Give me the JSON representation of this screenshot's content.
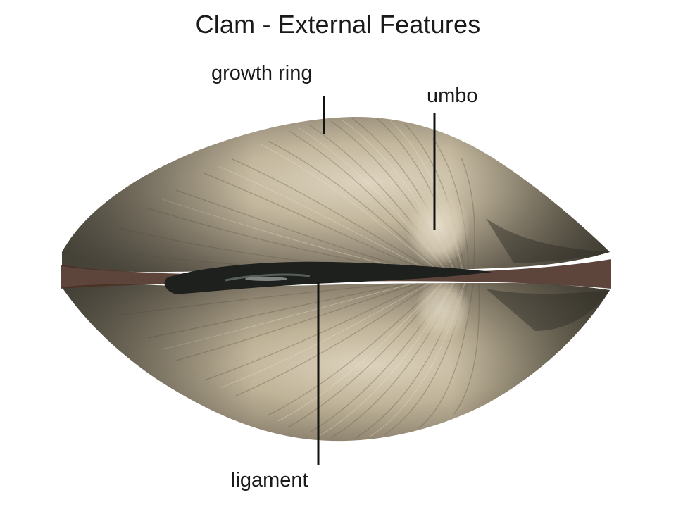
{
  "title": "Clam - External Features",
  "labels": {
    "growth_ring": "growth ring",
    "umbo": "umbo",
    "ligament": "ligament"
  },
  "colors": {
    "background": "#ffffff",
    "text": "#1a1a1a",
    "leader_line": "#111111",
    "shell_light": "#d8cdb6",
    "shell_mid": "#9c9078",
    "shell_dark": "#4e4a3e",
    "ligament": "#1c1e1c",
    "rim": "#5a3528"
  }
}
